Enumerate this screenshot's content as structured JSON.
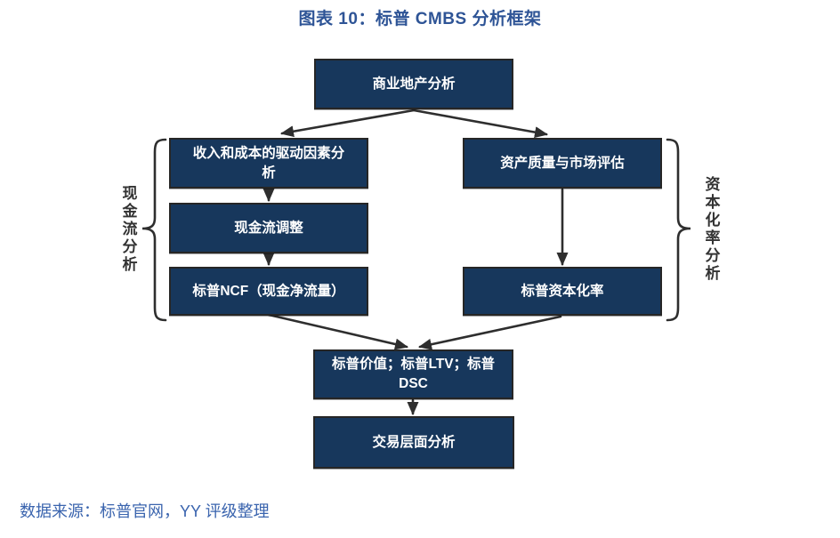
{
  "title": "图表 10：标普 CMBS 分析框架",
  "nodes": {
    "root": "商业地产分析",
    "left1": "收入和成本的驱动因素分析",
    "left2": "现金流调整",
    "left3": "标普NCF（现金净流量）",
    "right1": "资产质量与市场评估",
    "right2": "标普资本化率",
    "merge": "标普价值；标普LTV；标普DSC",
    "final": "交易层面分析"
  },
  "group_labels": {
    "left": "现金流分析",
    "right": "资本化率分析"
  },
  "footer": "数据来源：标普官网，YY 评级整理",
  "colors": {
    "node_fill": "#17375C",
    "node_border": "#262626",
    "arrow": "#2e2e2e",
    "title": "#2E5496",
    "footer": "#3A64AE",
    "side_label": "#333333"
  }
}
